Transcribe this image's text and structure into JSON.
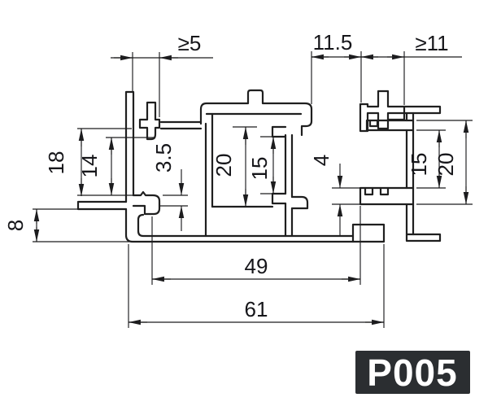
{
  "drawing": {
    "type": "aluminium-profile-cross-section",
    "badge": {
      "label": "P005",
      "bg_color": "#2b2e31",
      "fg_color": "#ffffff"
    },
    "dims": {
      "min_gap_left": "≥5",
      "center_gap": "11.5",
      "min_gap_right": "≥11",
      "left_height_outer": "18",
      "left_height_inner": "14",
      "hook_step": "3.5",
      "center_cavity_height": "20",
      "center_slot_height": "15",
      "plate_thickness": "4",
      "right_slot_height": "15",
      "right_cavity_height": "20",
      "base_channel_height": "8",
      "inner_width": "49",
      "overall_width": "61"
    },
    "line_color": "#1f1f1f",
    "text_color": "#16161a"
  }
}
